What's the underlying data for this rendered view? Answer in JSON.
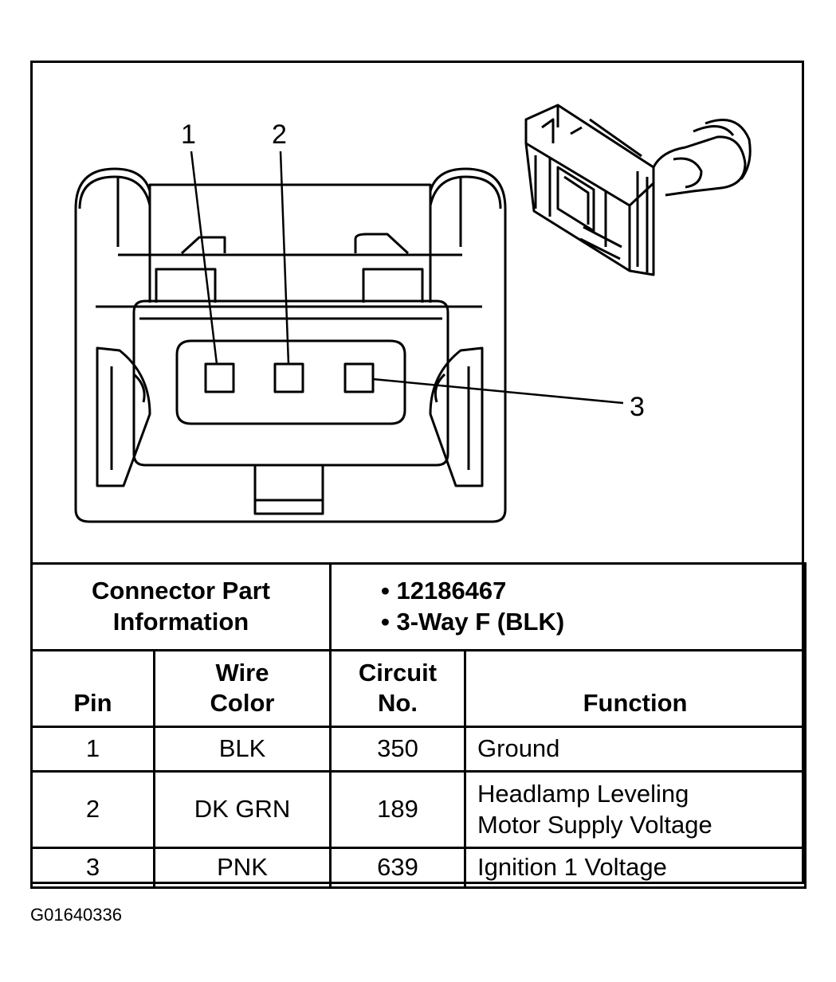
{
  "diagram": {
    "pin_callouts": [
      "1",
      "2",
      "3"
    ]
  },
  "connector_info": {
    "label_line1": "Connector Part",
    "label_line2": "Information",
    "items": [
      "• 12186467",
      "• 3-Way F (BLK)"
    ]
  },
  "table": {
    "headers": {
      "pin": "Pin",
      "wire_color_1": "Wire",
      "wire_color_2": "Color",
      "circuit_1": "Circuit",
      "circuit_2": "No.",
      "function": "Function"
    },
    "rows": [
      {
        "pin": "1",
        "wire_color": "BLK",
        "circuit": "350",
        "function_1": "Ground",
        "function_2": ""
      },
      {
        "pin": "2",
        "wire_color": "DK GRN",
        "circuit": "189",
        "function_1": "Headlamp Leveling",
        "function_2": "Motor Supply Voltage"
      },
      {
        "pin": "3",
        "wire_color": "PNK",
        "circuit": "639",
        "function_1": "Ignition 1 Voltage",
        "function_2": ""
      }
    ]
  },
  "figure_id": "G01640336"
}
